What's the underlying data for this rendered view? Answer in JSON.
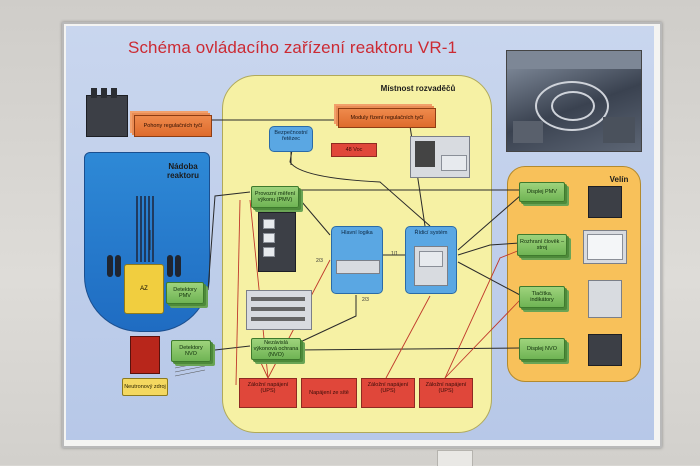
{
  "title": "Schéma ovládacího zařízení reaktoru VR-1",
  "regions": {
    "room": "Místnost rozvaděčů",
    "vessel_line1": "Nádoba",
    "vessel_line2": "reaktoru",
    "velin": "Velín"
  },
  "boxes": {
    "pohony": "Pohony regulačních tyčí",
    "moduly": "Moduly řízení regulačních tyčí",
    "bezpecnostni": "Bezpečnostní řetězec",
    "v48": "48 Voc",
    "pmv": "Provozní měření výkonu (PMV)",
    "hlavni": "Hlavní logika",
    "ridici": "Řídicí systém",
    "az": "AZ",
    "det_pmv": "Detektory PMV",
    "det_nvo": "Detektory NVO",
    "nvo": "Nezávislá výkonová ochrana (NVO)",
    "zdroj": "Neutronový zdroj",
    "ups1": "Záložní napájení (UPS)",
    "napajeni_site": "Napájení ze sítě",
    "ups2": "Záložní napájení (UPS)",
    "ups3": "Záložní napájení (UPS)",
    "displej_pmv": "Displej PMV",
    "rozhrani": "Rozhraní člověk – stroj",
    "tlacitka": "Tlačítka, indikátory",
    "displej_nvo": "Displej NVO"
  },
  "numbers": {
    "pmv_link": "2/3",
    "ridici_link": "1/1",
    "nvo_link": "2/3"
  }
}
